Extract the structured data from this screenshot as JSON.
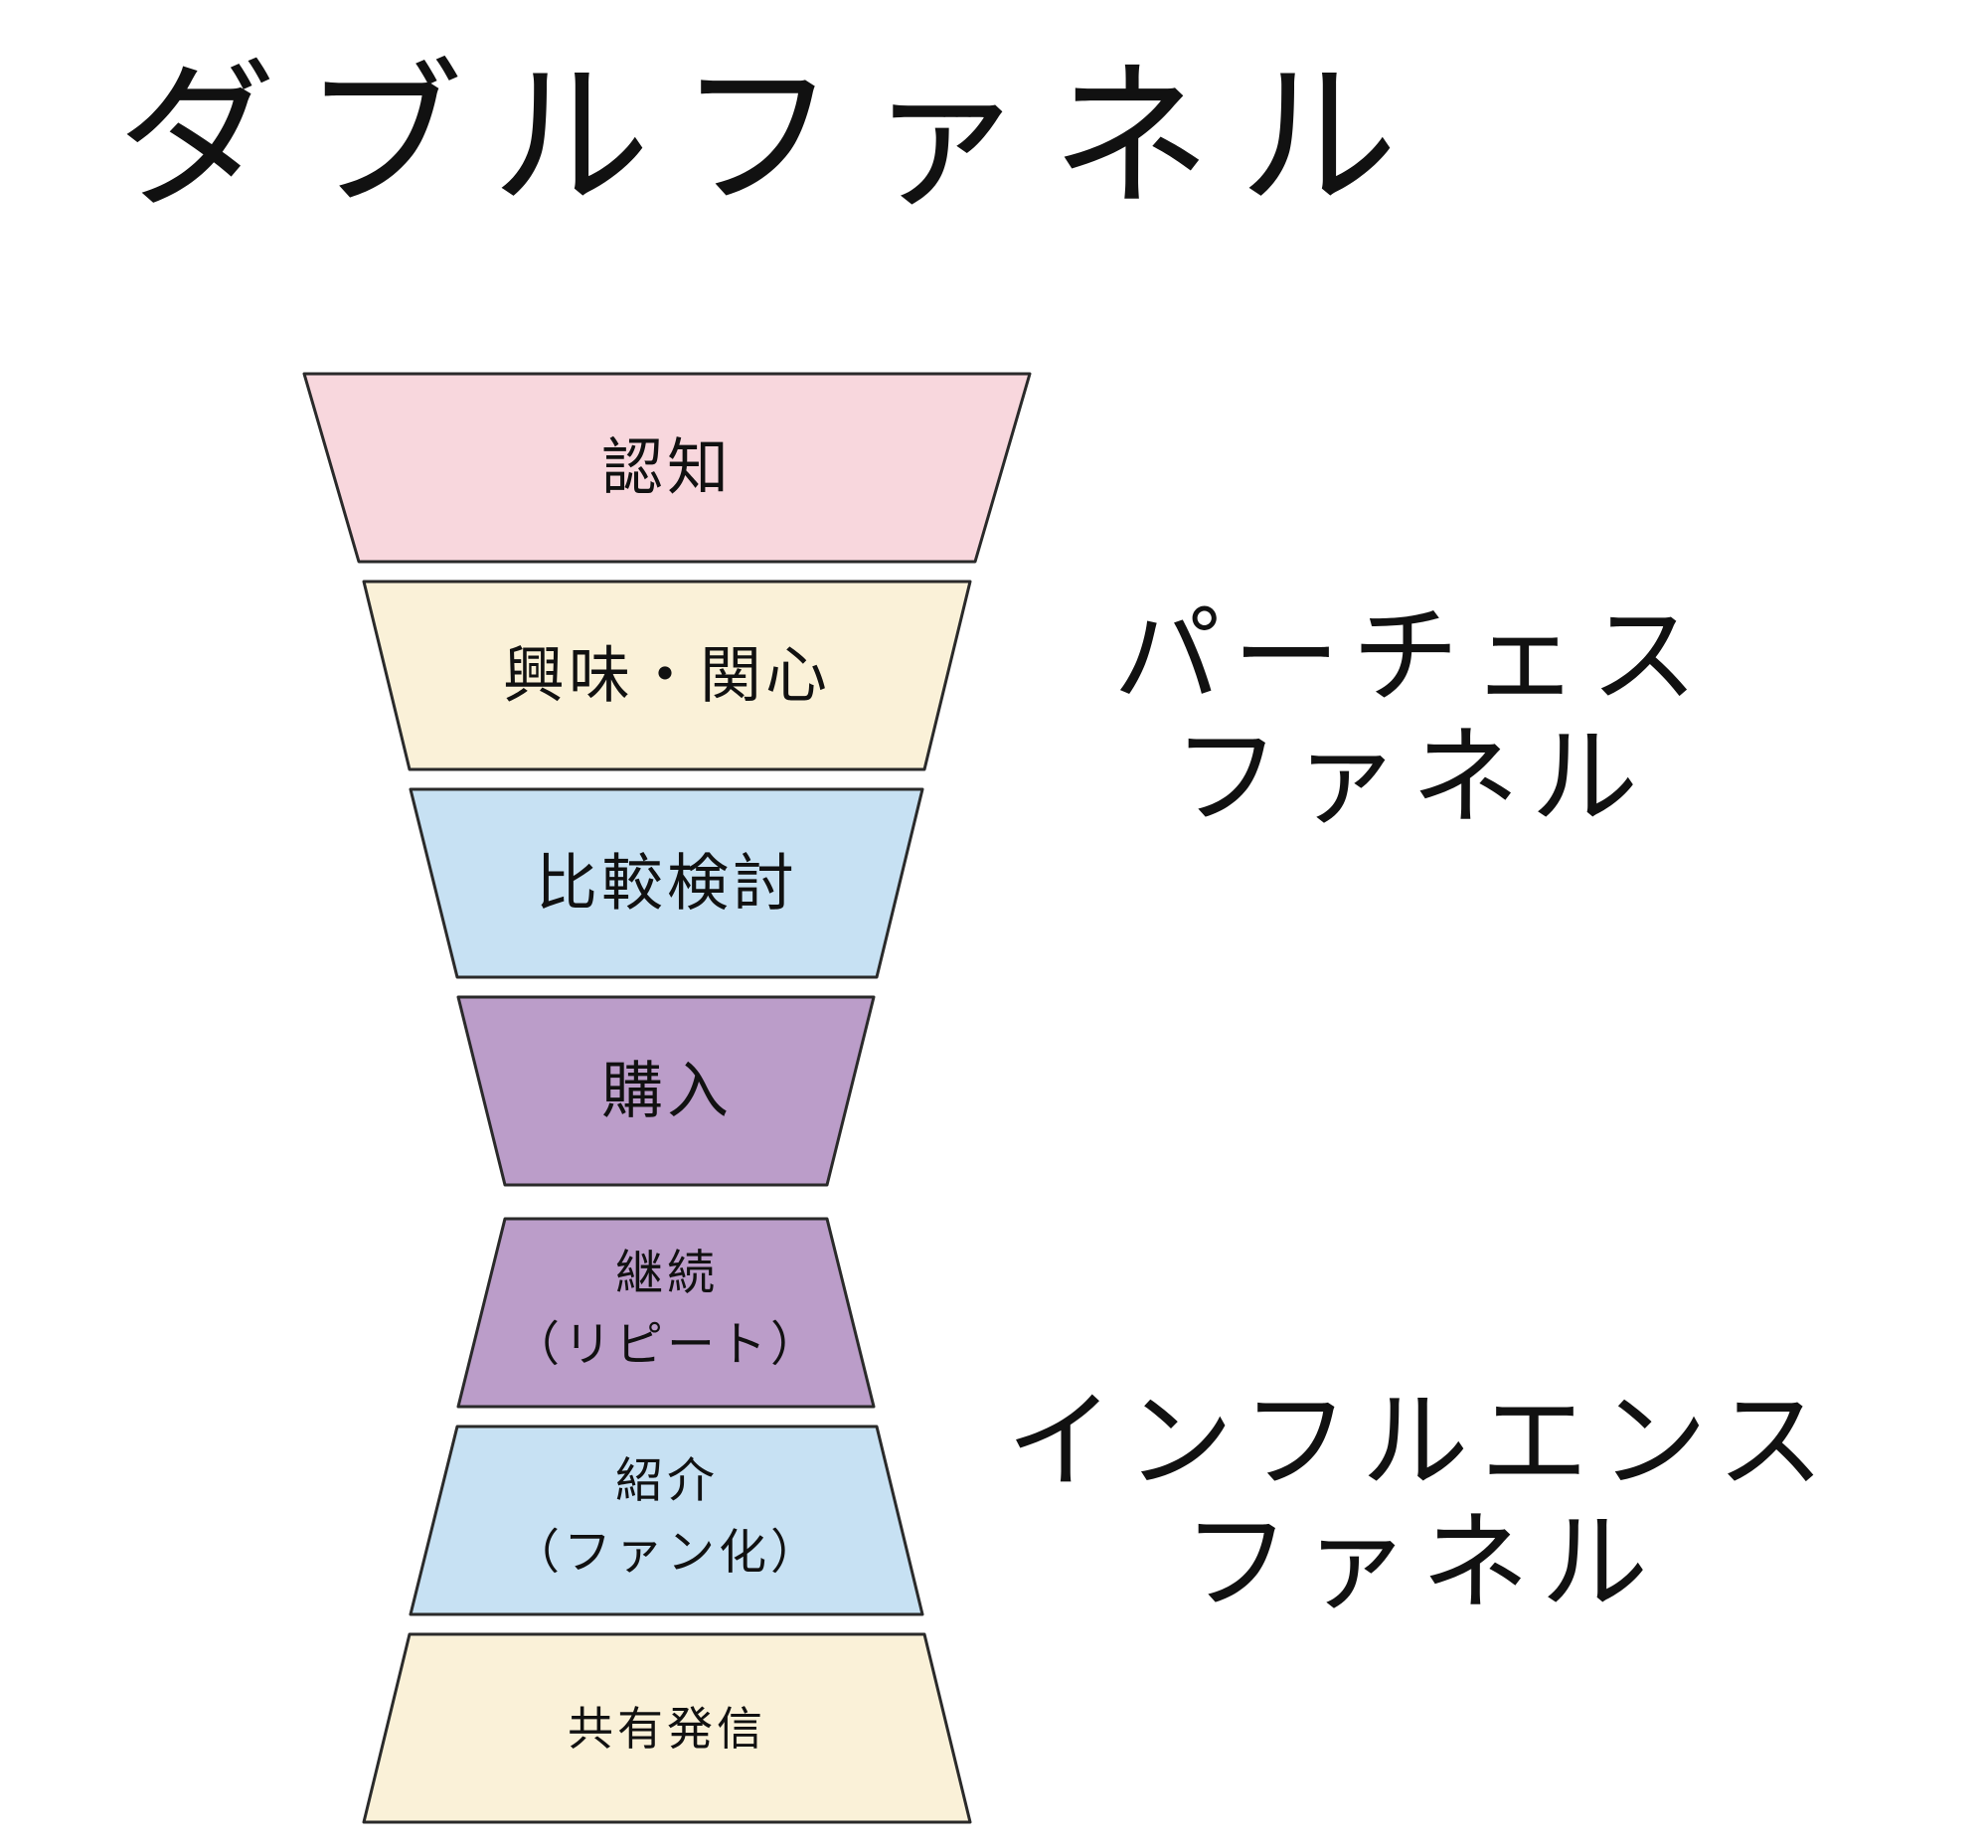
{
  "title": "ダブルファネル",
  "colors": {
    "pink": "#f8d7dd",
    "cream": "#faf1d8",
    "blue": "#c7e1f3",
    "purple": "#bb9dc9",
    "stroke": "#2a2a2a"
  },
  "stages": [
    {
      "id": "awareness",
      "lines": [
        "認知"
      ],
      "color": "pink",
      "shape": "down"
    },
    {
      "id": "interest",
      "lines": [
        "興味・関心"
      ],
      "color": "cream",
      "shape": "down"
    },
    {
      "id": "comparison",
      "lines": [
        "比較検討"
      ],
      "color": "blue",
      "shape": "down"
    },
    {
      "id": "purchase",
      "lines": [
        "購入"
      ],
      "color": "purple",
      "shape": "down"
    },
    {
      "id": "repeat",
      "lines": [
        "継続",
        "（リピート）"
      ],
      "color": "purple",
      "shape": "up"
    },
    {
      "id": "referral",
      "lines": [
        "紹介",
        "（ファン化）"
      ],
      "color": "blue",
      "shape": "up"
    },
    {
      "id": "share",
      "lines": [
        "共有発信"
      ],
      "color": "cream",
      "shape": "up"
    }
  ],
  "groups": {
    "purchase_funnel": [
      "パーチェス",
      "ファネル"
    ],
    "influence_funnel": [
      "インフルエンス",
      "ファネル"
    ]
  }
}
